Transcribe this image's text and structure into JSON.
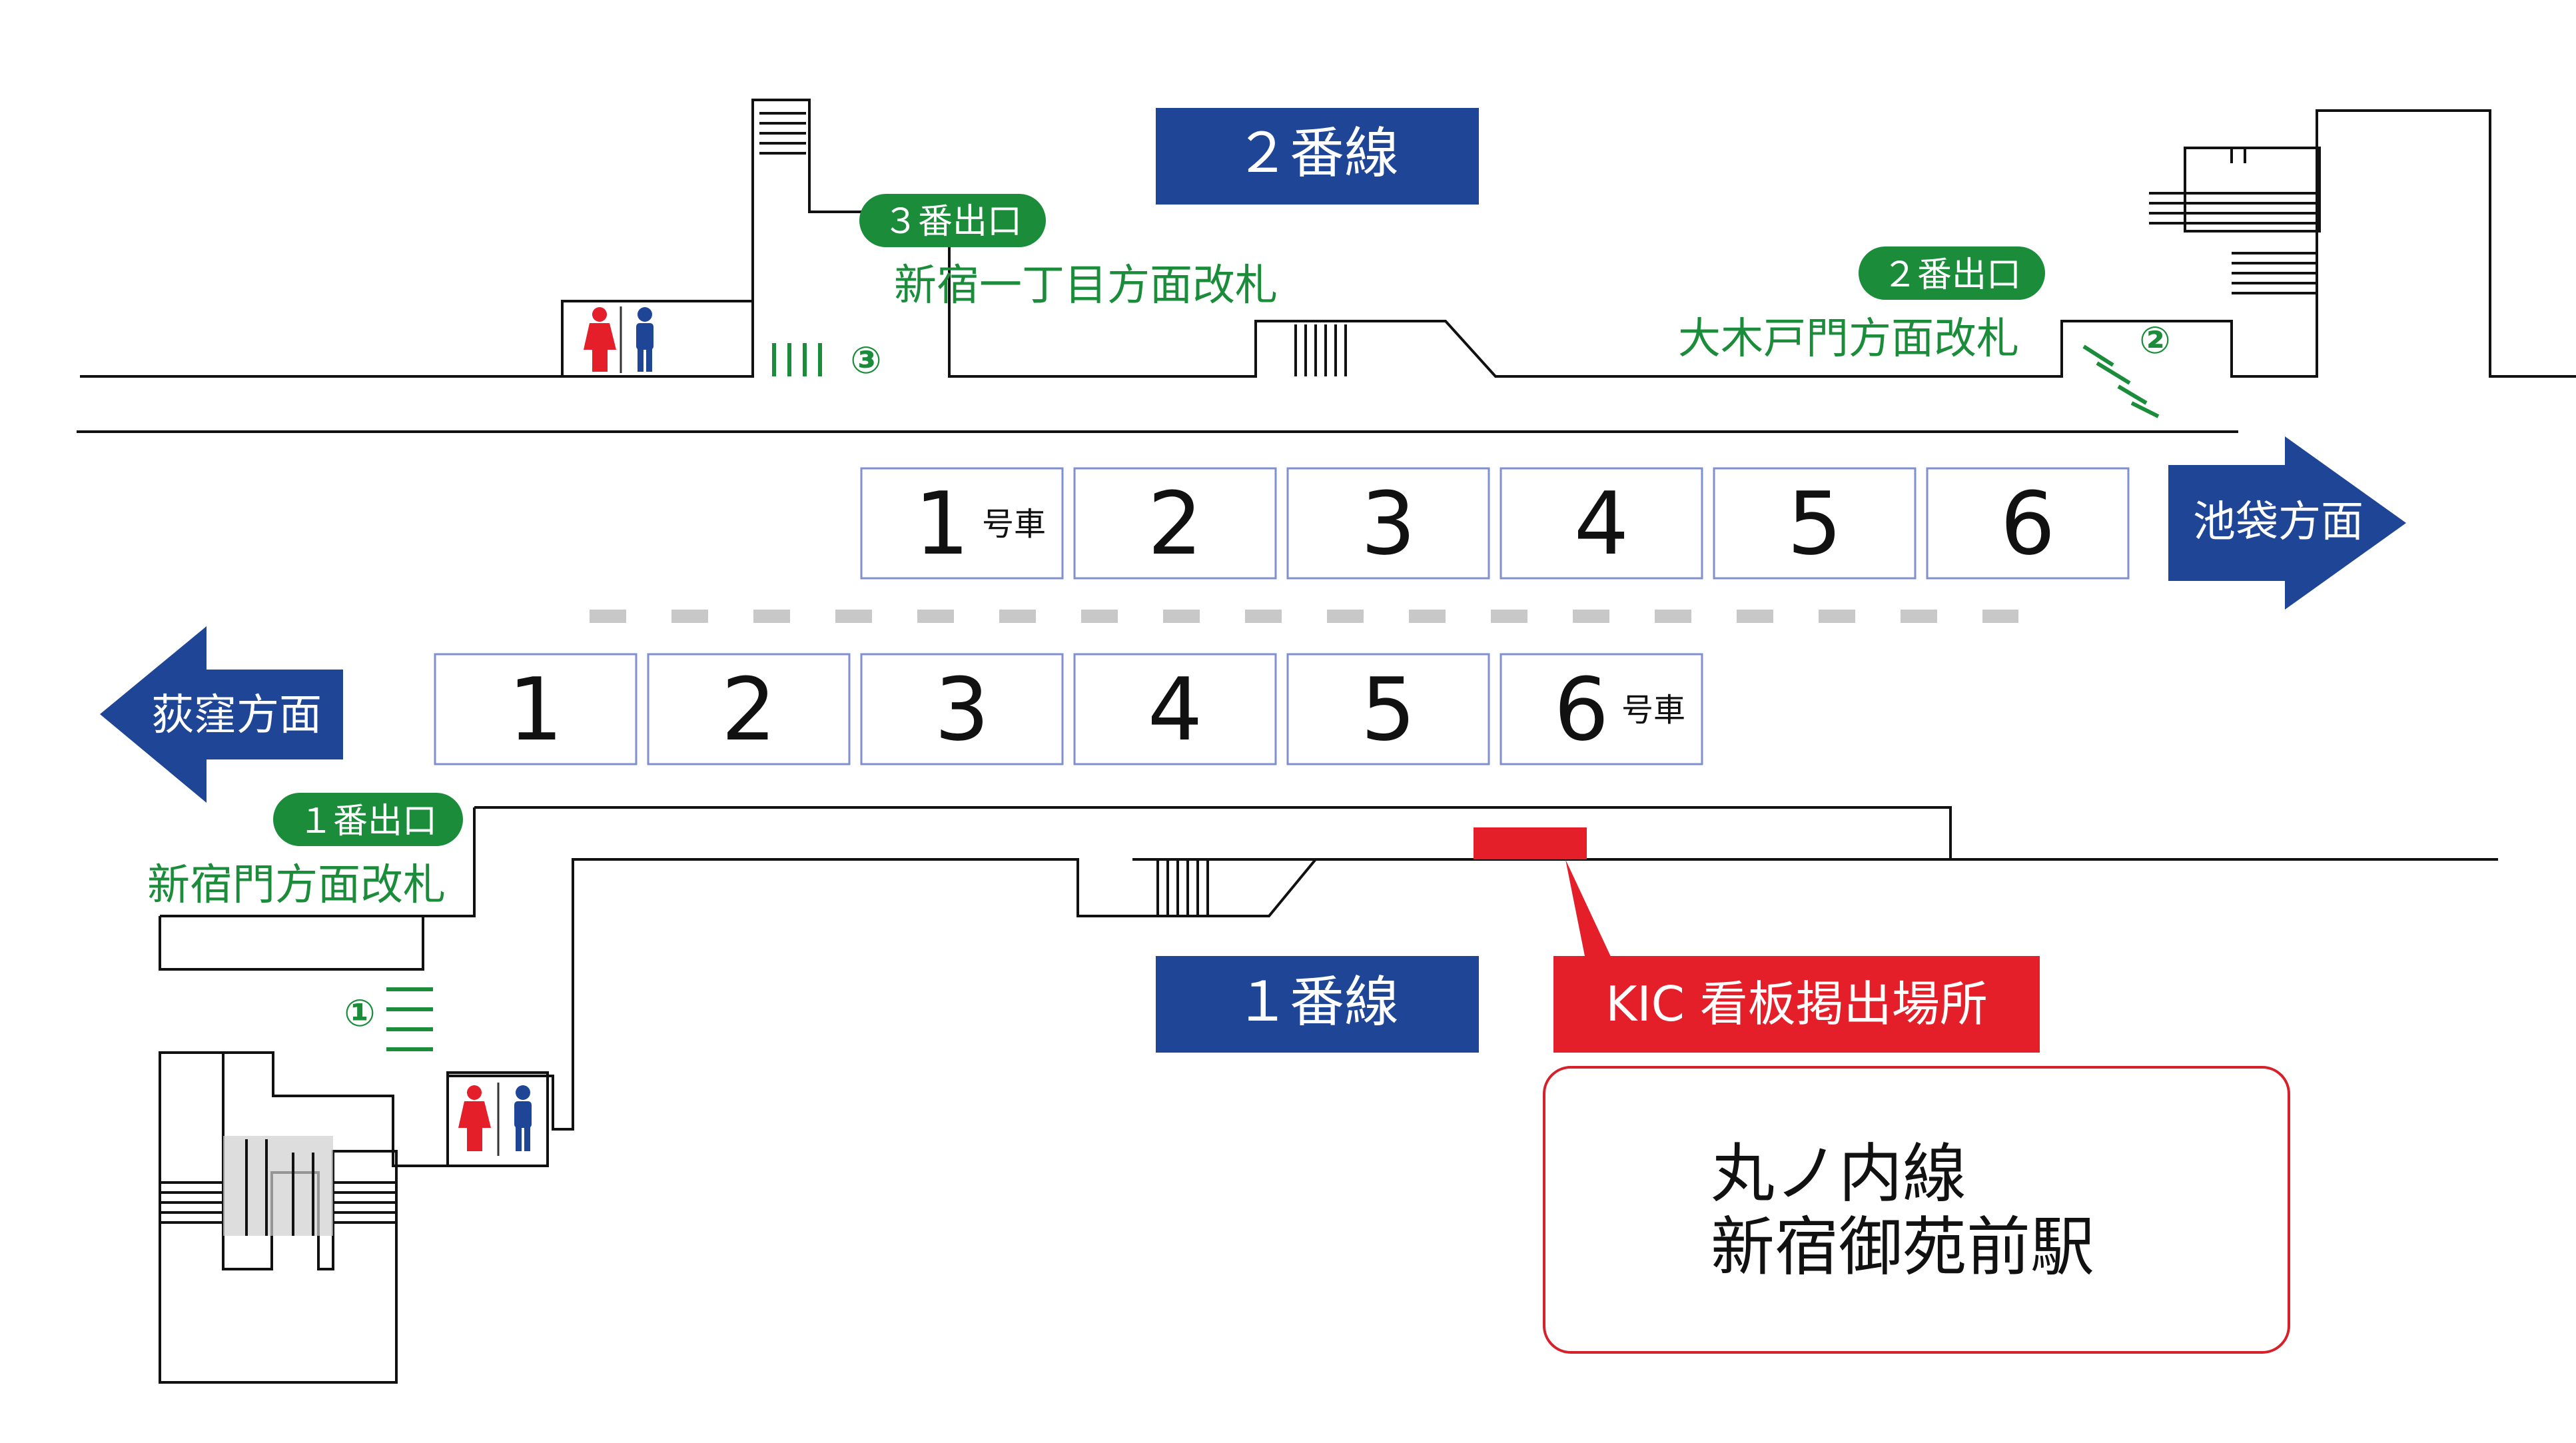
{
  "colors": {
    "navy": "#1f4596",
    "green": "#1a8c3a",
    "red": "#e41f2a",
    "car_border": "#7f8fd0",
    "dash": "#c8c8c8",
    "line": "#111111"
  },
  "tracks": {
    "track2": "２番線",
    "track1": "１番線"
  },
  "directions": {
    "east": "池袋方面",
    "west": "荻窪方面"
  },
  "exits": [
    {
      "badge": "３番出口",
      "gate": "新宿一丁目方面改札",
      "marker": "③"
    },
    {
      "badge": "２番出口",
      "gate": "大木戸門方面改札",
      "marker": "②"
    },
    {
      "badge": "１番出口",
      "gate": "新宿門方面改札",
      "marker": "①"
    }
  ],
  "cars_upper": {
    "numbers": [
      "1",
      "2",
      "3",
      "4",
      "5",
      "6"
    ],
    "unit": "号車"
  },
  "cars_lower": {
    "numbers": [
      "1",
      "2",
      "3",
      "4",
      "5",
      "6"
    ],
    "unit": "号車"
  },
  "sign_location": "KIC 看板掲出場所",
  "station": {
    "line": "丸ノ内線",
    "name": "新宿御苑前駅"
  },
  "icons": [
    "restroom-icon",
    "direction-arrow-icon",
    "stairs-icon"
  ]
}
